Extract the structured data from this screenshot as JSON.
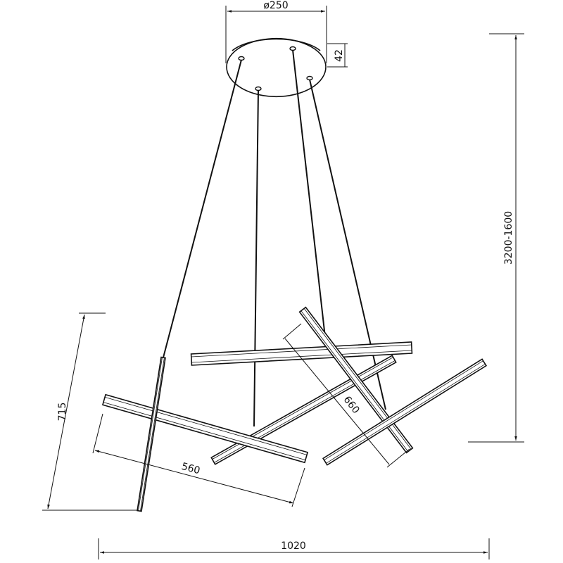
{
  "dimensions": {
    "canopy_diameter": "ø250",
    "canopy_height": "42",
    "total_height": "3200-1600",
    "fixture_height": "715",
    "bar_length_short": "560",
    "bar_length_long": "660",
    "total_width": "1020"
  }
}
